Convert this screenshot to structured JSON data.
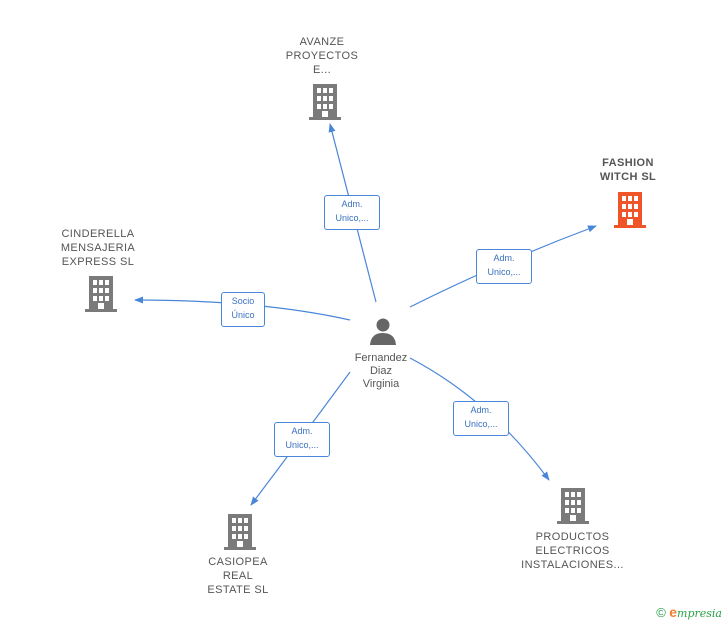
{
  "center": {
    "name": "Fernandez\nDiaz\nVirginia",
    "icon": "person-icon"
  },
  "nodes": [
    {
      "id": "avanze",
      "label": "AVANZE\nPROYECTOS\nE...",
      "icon": "building-icon",
      "highlight": false
    },
    {
      "id": "fashion",
      "label": "FASHION\nWITCH  SL",
      "icon": "building-icon",
      "highlight": true
    },
    {
      "id": "cinderella",
      "label": "CINDERELLA\nMENSAJERIA\nEXPRESS  SL",
      "icon": "building-icon",
      "highlight": false
    },
    {
      "id": "casiopea",
      "label": "CASIOPEA\nREAL\nESTATE SL",
      "icon": "building-icon",
      "highlight": false
    },
    {
      "id": "productos",
      "label": "PRODUCTOS\nELECTRICOS\nINSTALACIONES...",
      "icon": "building-icon",
      "highlight": false
    }
  ],
  "edges": [
    {
      "to": "avanze",
      "label": "Adm.\nUnico,..."
    },
    {
      "to": "fashion",
      "label": "Adm.\nUnico,..."
    },
    {
      "to": "cinderella",
      "label": "Socio\nÚnico"
    },
    {
      "to": "casiopea",
      "label": "Adm.\nUnico,..."
    },
    {
      "to": "productos",
      "label": "Adm.\nUnico,..."
    }
  ],
  "colors": {
    "edge": "#4a86d8",
    "building": "#7a7a7a",
    "highlight": "#f0552a",
    "person": "#666666"
  },
  "footer": {
    "copyright": "©",
    "brand_initial": "e",
    "brand_rest": "mpresia"
  }
}
